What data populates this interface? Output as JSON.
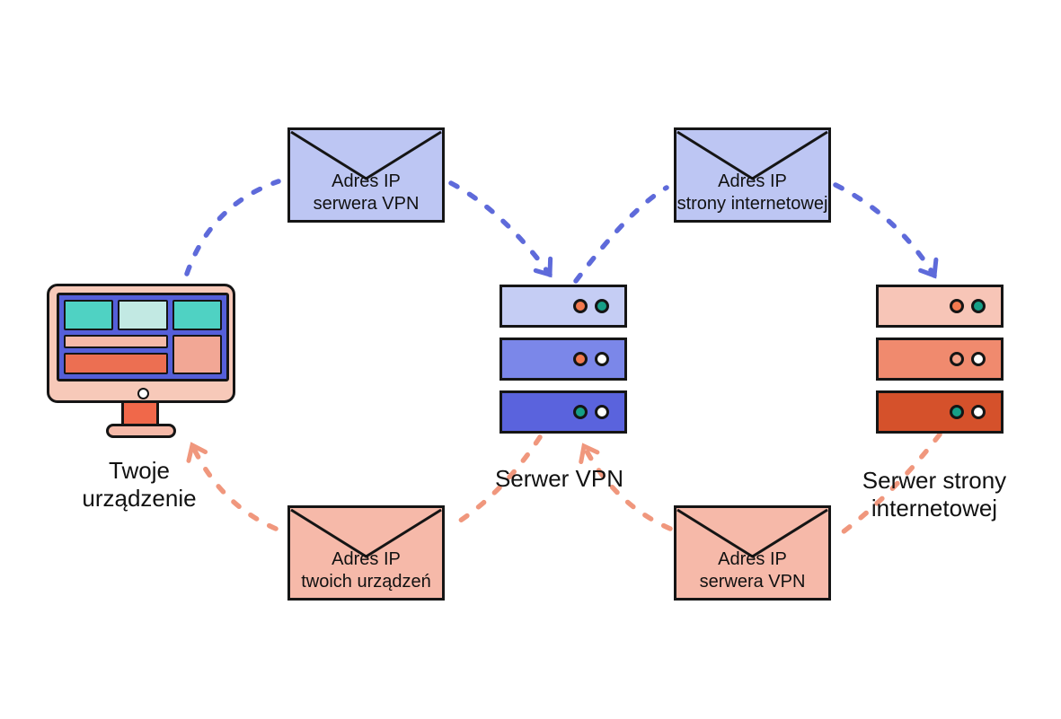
{
  "diagram": {
    "device": {
      "label_line1": "Twoje",
      "label_line2": "urządzenie"
    },
    "vpn_server": {
      "label": "Serwer VPN"
    },
    "web_server": {
      "label_line1": "Serwer strony",
      "label_line2": "internetowej"
    },
    "envelopes": {
      "top_left": {
        "line1": "Adres IP",
        "line2": "serwera VPN"
      },
      "top_right": {
        "line1": "Adres IP",
        "line2": "strony internetowej"
      },
      "bottom_left": {
        "line1": "Adres IP",
        "line2": "twoich urządzeń"
      },
      "bottom_right": {
        "line1": "Adres IP",
        "line2": "serwera VPN"
      }
    },
    "colors": {
      "arrow_blue": "#5e6ada",
      "arrow_salmon": "#f0977d",
      "envelope_blue": "#bdc6f3",
      "envelope_salmon": "#f6b9a9",
      "server_vpn_bar_top": "#c5cdf4",
      "server_vpn_bar_mid": "#7b87e9",
      "server_vpn_bar_bottom": "#5a63dd",
      "server_web_bar_top": "#f7c5b7",
      "server_web_bar_mid": "#f08a6e",
      "server_web_bar_bottom": "#d5512b",
      "dot_orange": "#f2794f",
      "dot_green": "#169f87",
      "dot_white": "#ffffff",
      "dot_salmon": "#f5a289",
      "outline": "#151515"
    }
  }
}
